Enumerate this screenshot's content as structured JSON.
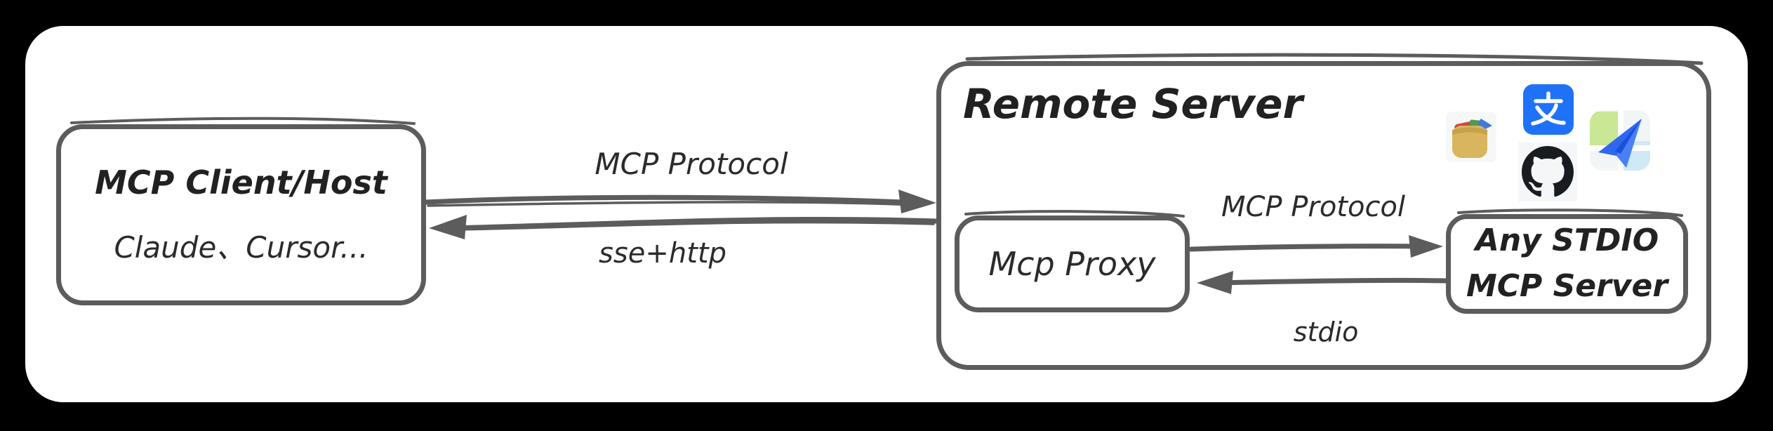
{
  "colors": {
    "background": "#000000",
    "panel": "#ffffff",
    "stroke": "#5c5c5c",
    "text": "#2b2b2b",
    "alipay_blue": "#1f72f8",
    "github_black": "#181c20",
    "amap_plane_blue": "#2e68f0",
    "bag_tan": "#d9b55e"
  },
  "client_box": {
    "title": "MCP Client/Host",
    "subtitle": "Claude、Cursor..."
  },
  "outer_link": {
    "forward_label": "MCP Protocol",
    "back_label": "sse+http"
  },
  "remote_server": {
    "title": "Remote Server",
    "proxy_box": {
      "label": "Mcp Proxy"
    },
    "stdio_box": {
      "line1": "Any STDIO",
      "line2": "MCP Server"
    },
    "inner_link": {
      "forward_label": "MCP Protocol",
      "back_label": "stdio"
    },
    "icons": [
      {
        "name": "shopping-bag-icon"
      },
      {
        "name": "alipay-icon"
      },
      {
        "name": "github-icon"
      },
      {
        "name": "amap-paper-plane-icon"
      }
    ]
  }
}
